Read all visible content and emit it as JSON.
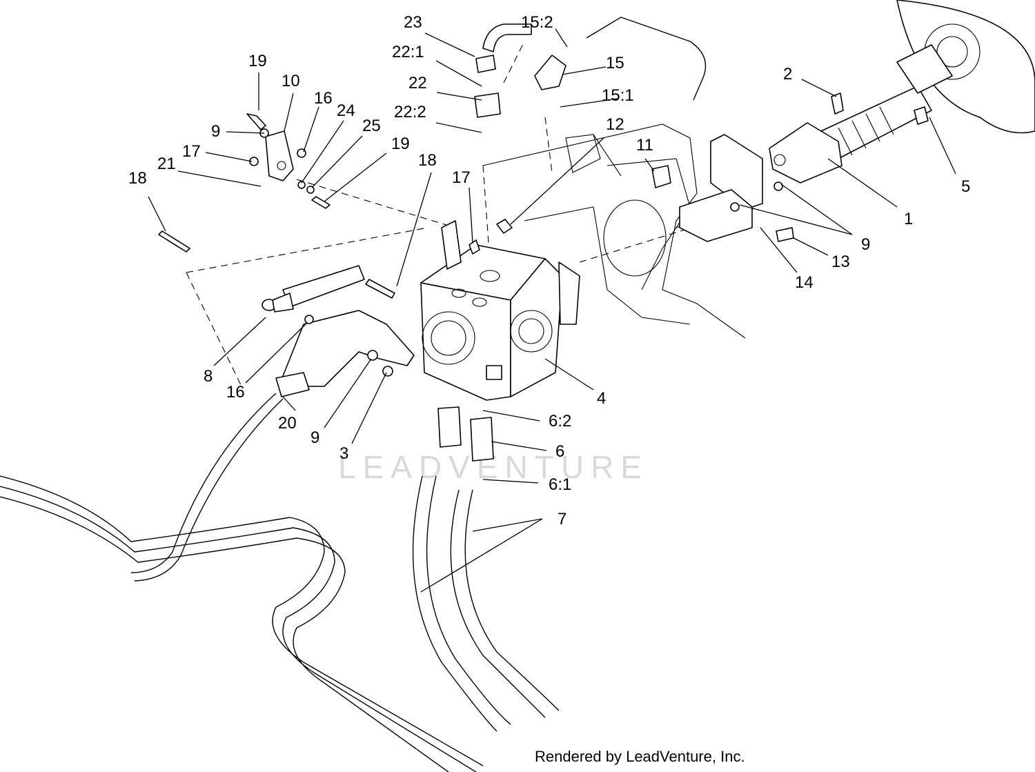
{
  "callouts": [
    {
      "id": "1",
      "label": "1"
    },
    {
      "id": "2",
      "label": "2"
    },
    {
      "id": "3",
      "label": "3"
    },
    {
      "id": "4",
      "label": "4"
    },
    {
      "id": "5",
      "label": "5"
    },
    {
      "id": "6",
      "label": "6"
    },
    {
      "id": "6_1",
      "label": "6:1"
    },
    {
      "id": "6_2",
      "label": "6:2"
    },
    {
      "id": "7",
      "label": "7"
    },
    {
      "id": "8",
      "label": "8"
    },
    {
      "id": "9a",
      "label": "9"
    },
    {
      "id": "9b",
      "label": "9"
    },
    {
      "id": "9c",
      "label": "9"
    },
    {
      "id": "10",
      "label": "10"
    },
    {
      "id": "11",
      "label": "11"
    },
    {
      "id": "12",
      "label": "12"
    },
    {
      "id": "13",
      "label": "13"
    },
    {
      "id": "14",
      "label": "14"
    },
    {
      "id": "15",
      "label": "15"
    },
    {
      "id": "15_1",
      "label": "15:1"
    },
    {
      "id": "15_2",
      "label": "15:2"
    },
    {
      "id": "16a",
      "label": "16"
    },
    {
      "id": "16b",
      "label": "16"
    },
    {
      "id": "17a",
      "label": "17"
    },
    {
      "id": "17b",
      "label": "17"
    },
    {
      "id": "18a",
      "label": "18"
    },
    {
      "id": "18b",
      "label": "18"
    },
    {
      "id": "19a",
      "label": "19"
    },
    {
      "id": "19b",
      "label": "19"
    },
    {
      "id": "20",
      "label": "20"
    },
    {
      "id": "21",
      "label": "21"
    },
    {
      "id": "22",
      "label": "22"
    },
    {
      "id": "22_1",
      "label": "22:1"
    },
    {
      "id": "22_2",
      "label": "22:2"
    },
    {
      "id": "23",
      "label": "23"
    },
    {
      "id": "24",
      "label": "24"
    },
    {
      "id": "25",
      "label": "25"
    }
  ],
  "watermark": "LEADVENTURE",
  "footer": "Rendered by LeadVenture, Inc."
}
